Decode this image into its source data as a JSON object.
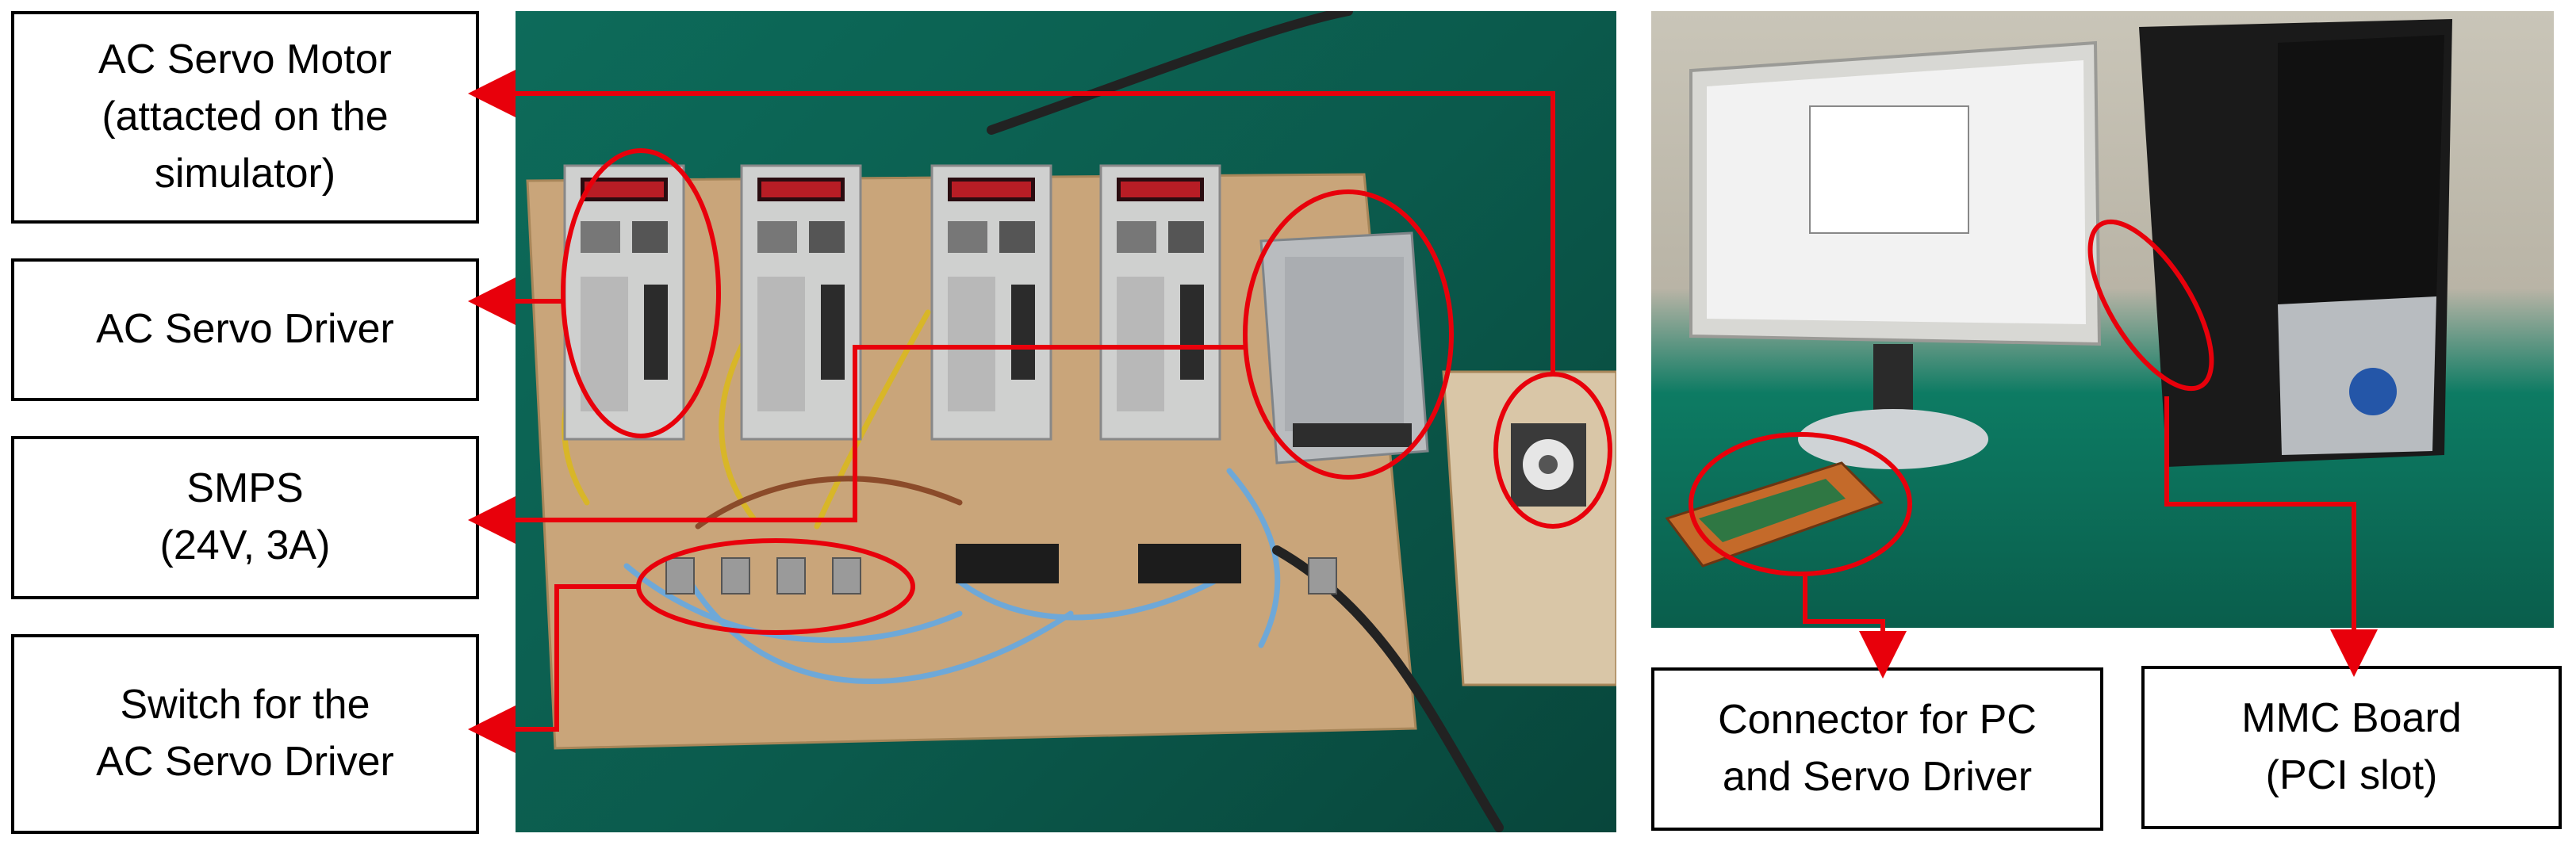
{
  "labels": {
    "servo_motor": "AC Servo Motor\n(attacted on the\nsimulator)",
    "servo_driver": "AC Servo Driver",
    "smps": "SMPS\n(24V, 3A)",
    "switch": "Switch for the\nAC Servo Driver",
    "connector": "Connector for PC\nand Servo Driver",
    "mmc_board": "MMC Board\n(PCI slot)"
  },
  "colors": {
    "annotation": "#e8000b",
    "board": "#c9a57a",
    "driver_body": "#cfd0cf",
    "green_table": "#0d6b5a",
    "monitor": "#d8d8d4",
    "pc_case": "#1a1a1a",
    "connector_board": "#c46a2a"
  }
}
